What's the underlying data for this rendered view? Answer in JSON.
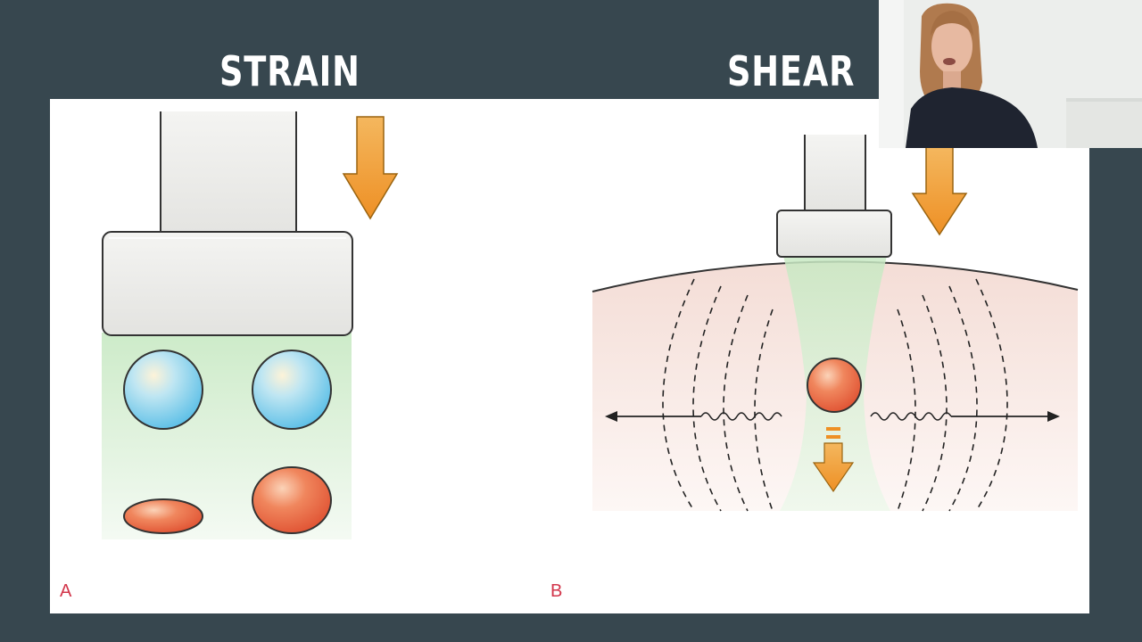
{
  "slide": {
    "title_left": "STRAIN",
    "title_right": "SHEAR",
    "background_color": "#37474f",
    "title_color": "#ffffff"
  },
  "figure": {
    "panel_a_label": "A",
    "panel_b_label": "B",
    "label_color": "#d2354a",
    "arrow_color": "#f0a23b",
    "transducer_color": "#ececea",
    "soft_inclusion_color": "#7ccbe9",
    "hard_inclusion_color": "#e8643f",
    "beam_color": "#cfeccd",
    "tissue_color": "#f5e4de"
  },
  "webcam": {
    "icon": "presenter-video-icon"
  }
}
